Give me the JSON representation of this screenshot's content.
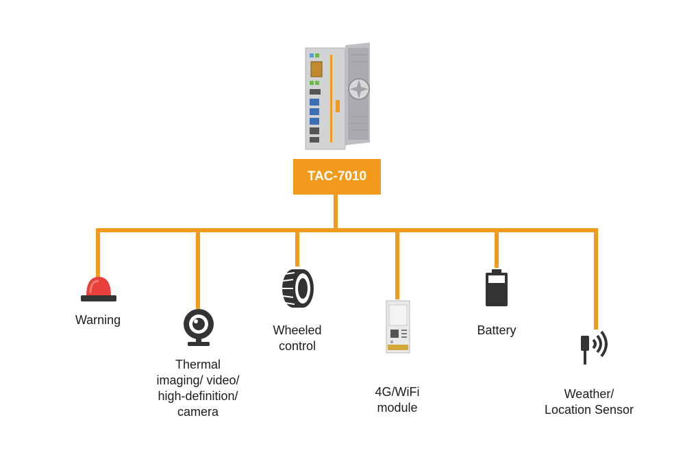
{
  "title": "",
  "controller": {
    "model": "TAC-7010"
  },
  "nodes": [
    {
      "id": "warning",
      "label": "Warning",
      "icon": "warning-light-icon"
    },
    {
      "id": "camera",
      "label": "Thermal\nimaging/ video/\nhigh-definition/\ncamera",
      "icon": "webcam-icon"
    },
    {
      "id": "wheeled",
      "label": "Wheeled\ncontrol",
      "icon": "tire-icon"
    },
    {
      "id": "module",
      "label": "4G/WiFi\nmodule",
      "icon": "mpcie-module-icon"
    },
    {
      "id": "battery",
      "label": "Battery",
      "icon": "battery-icon"
    },
    {
      "id": "sensor",
      "label": "Weather/\nLocation Sensor",
      "icon": "signal-sensor-icon"
    }
  ],
  "colors": {
    "accent": "#F29A1C",
    "warning_red": "#E8403A",
    "icon_dark": "#333333",
    "device_body": "#C9CBCE"
  }
}
